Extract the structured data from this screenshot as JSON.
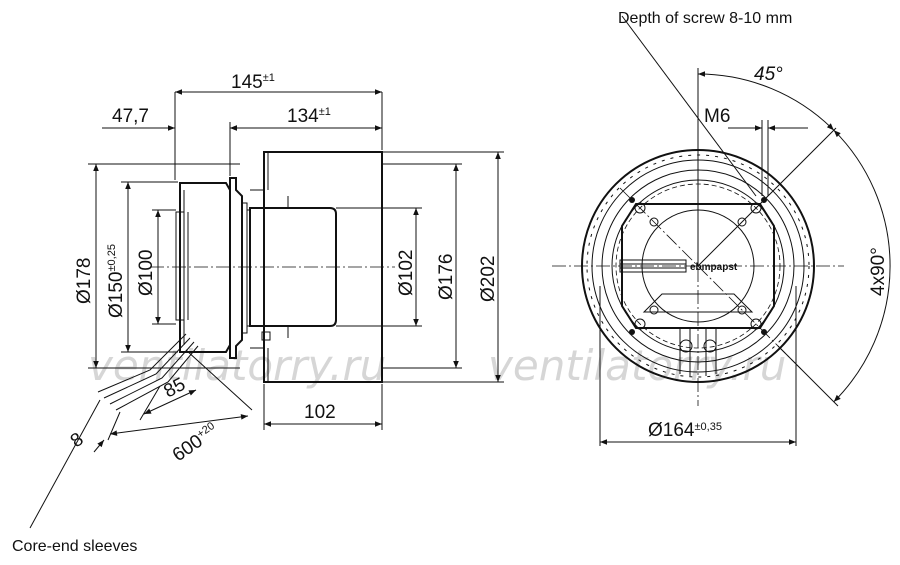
{
  "watermark": [
    "ventilatorry.ru",
    "ventilatorry.ru"
  ],
  "callouts": {
    "screw_depth": "Depth of screw 8-10 mm",
    "core_end": "Core-end sleeves"
  },
  "side_view": {
    "length_total": {
      "value": "145",
      "tol": "±1"
    },
    "length_body": {
      "value": "134",
      "tol": "±1"
    },
    "flange_offset": {
      "value": "47,7"
    },
    "outlet_width": {
      "value": "102"
    },
    "dia_left_1": {
      "value": "Ø178"
    },
    "dia_left_2": {
      "value": "Ø150",
      "tol": "±0,25"
    },
    "dia_left_3": {
      "value": "Ø100"
    },
    "dia_right_1": {
      "value": "Ø102"
    },
    "dia_right_2": {
      "value": "Ø176"
    },
    "dia_right_3": {
      "value": "Ø202"
    },
    "cable_strip": {
      "value": "85"
    },
    "cable_length": {
      "value": "600",
      "tol": "+20"
    },
    "wire_end": {
      "value": "8"
    }
  },
  "front_view": {
    "thread": "M6",
    "angle": "45°",
    "pattern": "4x90°",
    "bolt_circle": {
      "value": "Ø164",
      "tol": "±0,35"
    },
    "logo": "ebmpapst"
  }
}
